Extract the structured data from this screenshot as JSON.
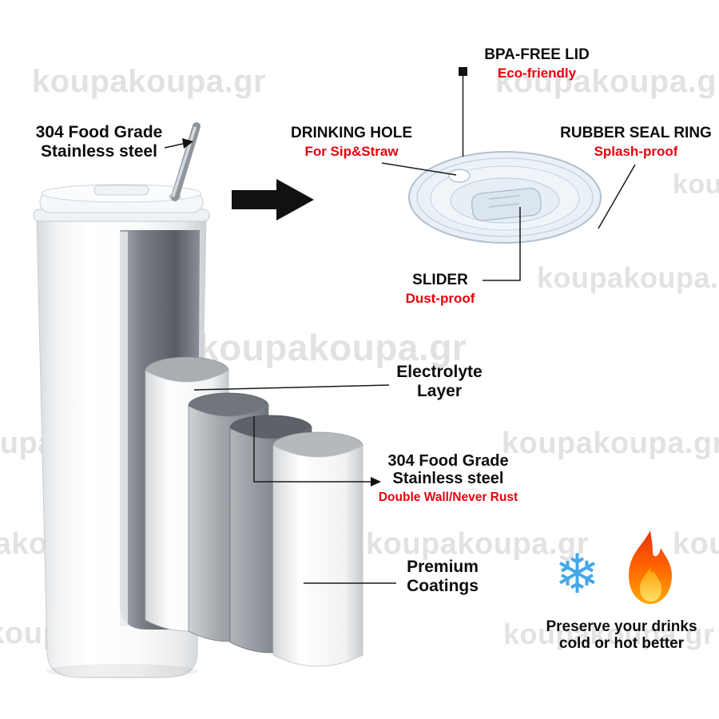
{
  "watermark": {
    "text": "koupakoupa.gr"
  },
  "callouts": {
    "bpa_lid": {
      "title": "BPA-FREE LID",
      "subtitle": "Eco-friendly"
    },
    "drinking_hole": {
      "title": "DRINKING HOLE",
      "subtitle": "For Sip&Straw"
    },
    "rubber_seal_ring": {
      "title": "RUBBER SEAL RING",
      "subtitle": "Splash-proof"
    },
    "slider": {
      "title": "SLIDER",
      "subtitle": "Dust-proof"
    },
    "straw_material": {
      "line1": "304 Food Grade",
      "line2": "Stainless steel"
    },
    "electrolyte_layer": {
      "line1": "Electrolyte",
      "line2": "Layer"
    },
    "wall_material": {
      "line1": "304 Food Grade",
      "line2": "Stainless steel",
      "subtitle": "Double Wall/Never Rust"
    },
    "premium_coatings": {
      "line1": "Premium",
      "line2": "Coatings"
    },
    "preserve": {
      "line1": "Preserve your drinks",
      "line2": "cold or hot better"
    }
  },
  "icons": {
    "snowflake": "❄",
    "flame": "flame-shape",
    "big_arrow": "arrow-right"
  },
  "colors": {
    "accent_red": "#e8000f",
    "text_black": "#0d0d0d",
    "watermark_gray": "#cbcbcb",
    "snowflake_blue": "#45a7e6",
    "flame_orange": "#ff5f00"
  }
}
